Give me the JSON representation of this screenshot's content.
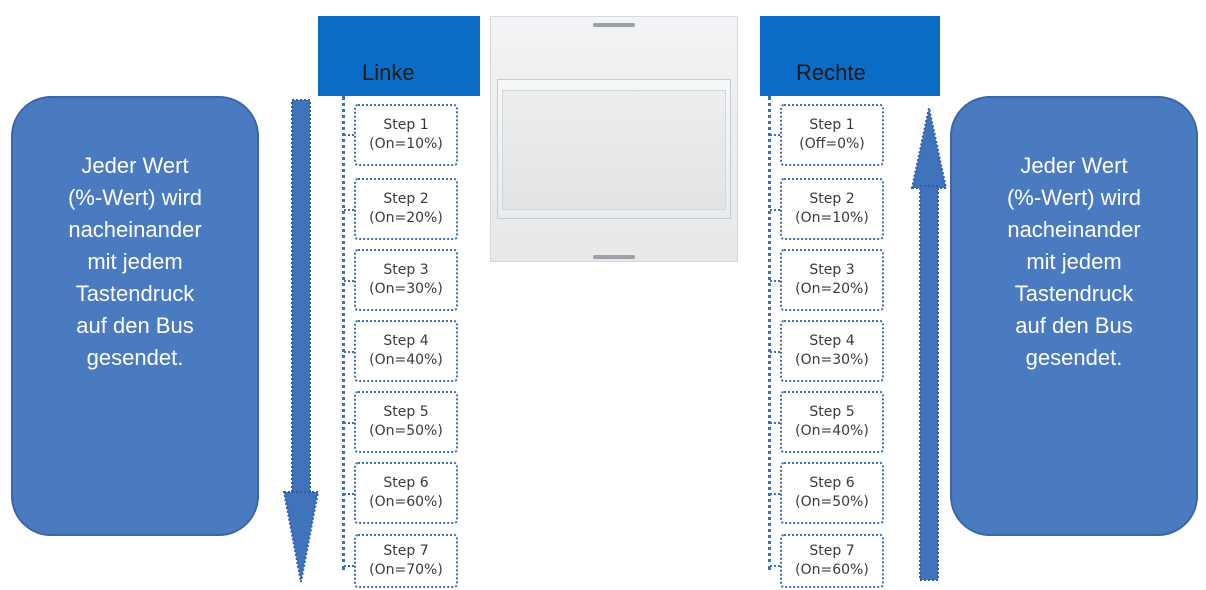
{
  "left": {
    "header_label": "Linke",
    "info_lines": [
      "Jeder Wert",
      "(%-Wert) wird",
      "nacheinander",
      "mit jedem",
      "Tastendruck",
      "auf den Bus",
      "gesendet."
    ],
    "steps": [
      {
        "title": "Step 1",
        "value": "(On=10%)"
      },
      {
        "title": "Step 2",
        "value": "(On=20%)"
      },
      {
        "title": "Step 3",
        "value": "(On=30%)"
      },
      {
        "title": "Step 4",
        "value": "(On=40%)"
      },
      {
        "title": "Step 5",
        "value": "(On=50%)"
      },
      {
        "title": "Step 6",
        "value": "(On=60%)"
      },
      {
        "title": "Step 7",
        "value": "(On=70%)"
      }
    ]
  },
  "right": {
    "header_label": "Rechte",
    "info_lines": [
      "Jeder Wert",
      "(%-Wert) wird",
      "nacheinander",
      "mit jedem",
      "Tastendruck",
      "auf den Bus",
      "gesendet."
    ],
    "steps": [
      {
        "title": "Step 1",
        "value": "(Off=0%)"
      },
      {
        "title": "Step 2",
        "value": "(On=10%)"
      },
      {
        "title": "Step 3",
        "value": "(On=20%)"
      },
      {
        "title": "Step 4",
        "value": "(On=30%)"
      },
      {
        "title": "Step 5",
        "value": "(On=40%)"
      },
      {
        "title": "Step 6",
        "value": "(On=50%)"
      },
      {
        "title": "Step 7",
        "value": "(On=60%)"
      }
    ]
  },
  "colors": {
    "header_blue": "#0a6cc4",
    "info_box_blue": "#4a7bc0",
    "step_border": "#3b6fb6",
    "arrow_blue": "#3f74bd"
  },
  "icons": {
    "left_arrow": "arrow-down-icon",
    "right_arrow": "arrow-up-icon",
    "device": "push-button-device-icon"
  }
}
